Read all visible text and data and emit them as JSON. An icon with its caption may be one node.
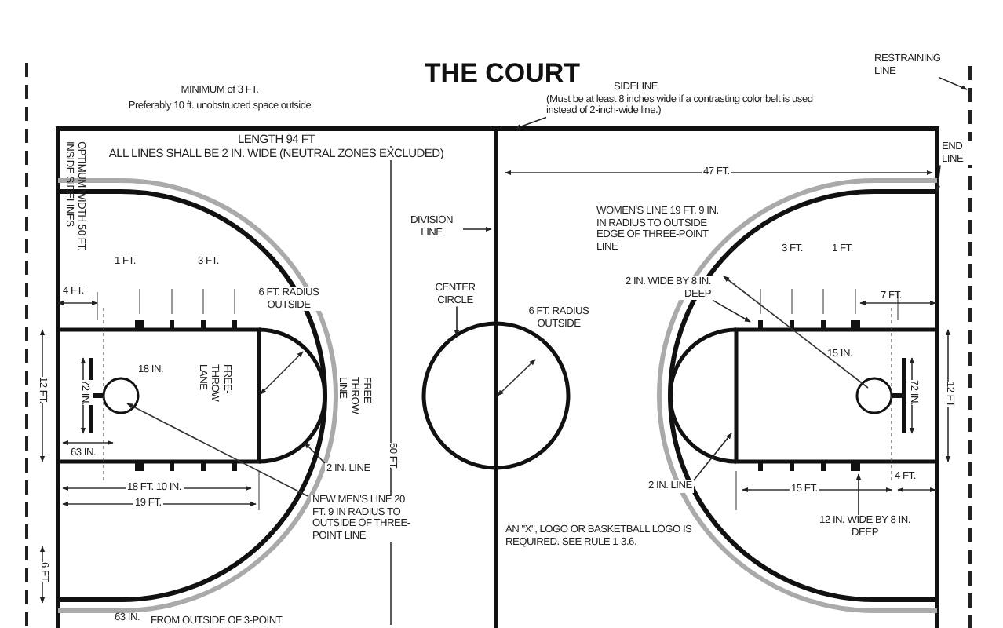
{
  "diagram": {
    "title": "THE COURT",
    "nodes": [
      {
        "text": [
          "SIDELINE",
          "(Must be at least 8 inches wide if a contrasting color belt is used instead of 2-inch-wide line.)"
        ]
      },
      {
        "text": [
          "RESTRAINING LINE"
        ]
      },
      {
        "text": [
          "END LINE"
        ]
      },
      {
        "text": [
          "DIVISION LINE"
        ]
      },
      {
        "text": [
          "CENTER CIRCLE"
        ]
      },
      {
        "text": [
          "2 IN. WIDE BY 8 IN. DEEP"
        ]
      },
      {
        "text": [
          "2 IN. LINE"
        ]
      },
      {
        "text": [
          "2 IN. LINE"
        ]
      },
      {
        "text": [
          "12 IN. WIDE BY 8 IN. DEEP"
        ]
      }
    ],
    "edges": [
      {
        "from": 0,
        "to": null,
        "arrow": "to"
      },
      {
        "from": 1,
        "to": null,
        "arrow": "to"
      },
      {
        "from": 2,
        "to": null,
        "arrow": "to"
      },
      {
        "from": 3,
        "to": null,
        "arrow": "to"
      },
      {
        "from": 4,
        "to": null,
        "arrow": "to"
      },
      {
        "from": 5,
        "to": null,
        "arrow": "to"
      },
      {
        "from": 6,
        "to": null,
        "arrow": "to"
      },
      {
        "from": 7,
        "to": null,
        "arrow": "to"
      },
      {
        "from": 8,
        "to": null,
        "arrow": "to"
      }
    ],
    "labels": [
      "MINIMUM of 3 FT.",
      "Preferably 10 ft. unobstructed space outside",
      "LENGTH 94 FT",
      "ALL LINES SHALL BE 2 IN. WIDE (NEUTRAL ZONES EXCLUDED)",
      "OPTIMUM WIDTH 50 FT. INSIDE SIDELINES",
      "47 FT.",
      "WOMEN'S LINE 19 FT. 9 IN. IN RADIUS TO OUTSIDE EDGE OF THREE-POINT LINE",
      "1 FT.",
      "3 FT.",
      "3 FT.",
      "1 FT.",
      "4 FT.",
      "6 FT. RADIUS OUTSIDE",
      "6 FT. RADIUS OUTSIDE",
      "7 FT.",
      "12 FT.",
      "18 IN.",
      "72 IN.",
      "FREE-THROW LANE",
      "FREE-THROW LINE",
      "15 IN.",
      "72 IN.",
      "12 FT",
      "50 FT.",
      "63 IN.",
      "4 FT.",
      "18 FT. 10 IN.",
      "15 FT.",
      "19 FT.",
      "NEW MEN'S LINE 20 FT. 9 IN RADIUS TO OUTSIDE OF THREE-POINT LINE",
      "AN \"X\", LOGO OR BASKETBALL LOGO IS REQUIRED. SEE RULE 1-3.6.",
      "6 FT.",
      "63 IN.",
      "FROM OUTSIDE OF 3-POINT"
    ]
  }
}
